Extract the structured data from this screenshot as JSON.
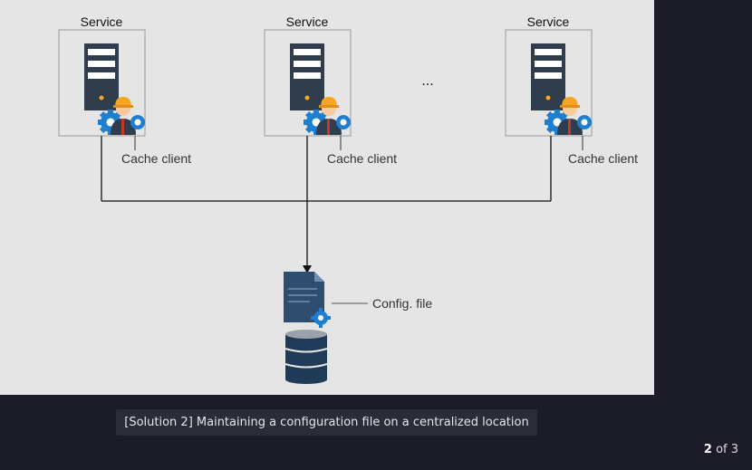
{
  "diagram": {
    "services": [
      {
        "title": "Service",
        "client_label": "Cache client"
      },
      {
        "title": "Service",
        "client_label": "Cache client"
      },
      {
        "title": "Service",
        "client_label": "Cache client"
      }
    ],
    "ellipsis": "...",
    "config_label": "Config. file"
  },
  "caption": "[Solution 2] Maintaining a configuration file on a centralized location",
  "pager": {
    "current": "2",
    "of_text": "of 3"
  },
  "colors": {
    "canvas": "#e5e5e5",
    "background": "#1b1c27",
    "server": "#2f3d4c",
    "gear": "#1f7fcf",
    "helmet": "#f5a623",
    "database": "#1f3b57"
  }
}
